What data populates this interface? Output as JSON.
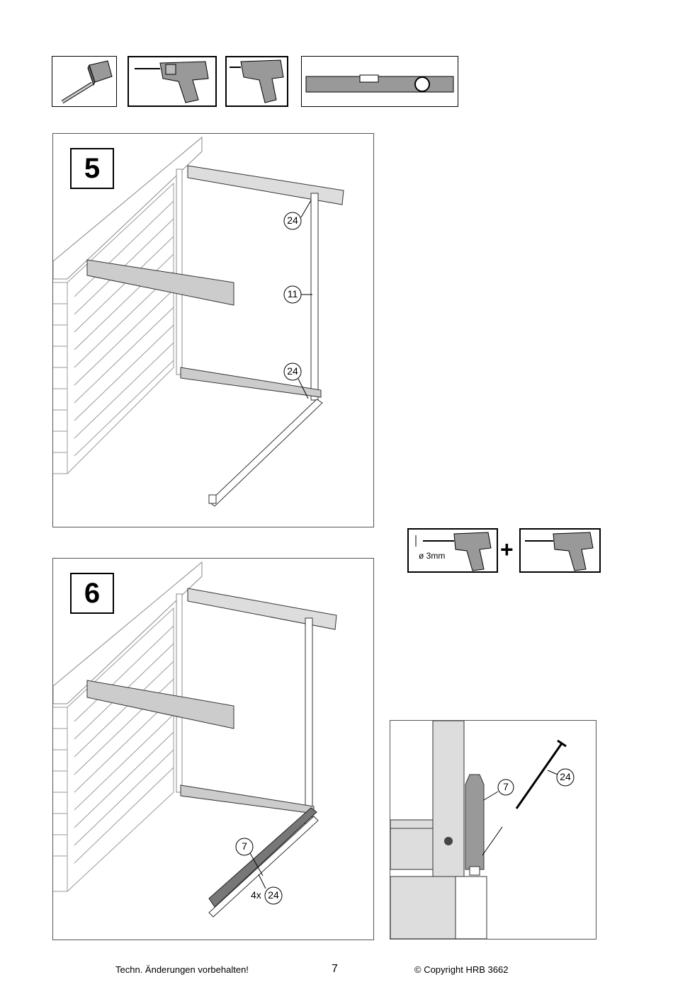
{
  "tools": [
    {
      "name": "tape-measure-icon"
    },
    {
      "name": "drill-icon"
    },
    {
      "name": "screwdriver-icon"
    },
    {
      "name": "spirit-level-icon"
    }
  ],
  "step5": {
    "number": "5",
    "callouts": {
      "top": "24",
      "post": "11",
      "bottom": "24"
    }
  },
  "drill_hint": {
    "bit_label": "ø 3mm",
    "plus": "+"
  },
  "step6": {
    "number": "6",
    "callouts": {
      "part": "7",
      "qty": "4x",
      "screw": "24"
    }
  },
  "detail": {
    "callouts": {
      "part": "7",
      "screw": "24"
    }
  },
  "footer": {
    "left": "Techn. Änderungen vorbehalten!",
    "page": "7",
    "right": "© Copyright HRB 3662"
  }
}
